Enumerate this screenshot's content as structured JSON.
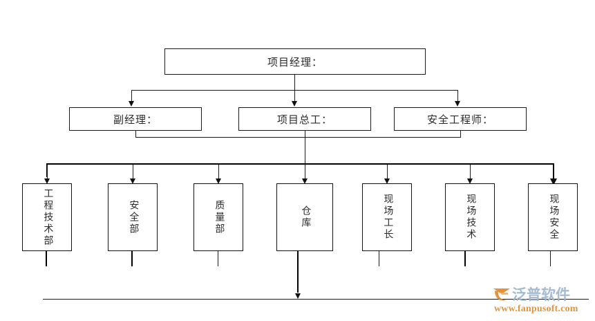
{
  "diagram": {
    "type": "organization-chart",
    "title_text": "",
    "background_color": "#ffffff",
    "line_color": "#1a1a1a",
    "levels": [
      {
        "level": 1,
        "nodes": [
          {
            "id": "project-manager",
            "label": "项目经理：",
            "orientation": "horizontal"
          }
        ]
      },
      {
        "level": 2,
        "nodes": [
          {
            "id": "deputy-manager",
            "label": "副经理：",
            "orientation": "horizontal"
          },
          {
            "id": "chief-engineer",
            "label": "项目总工：",
            "orientation": "horizontal"
          },
          {
            "id": "safety-engineer",
            "label": "安全工程师：",
            "orientation": "horizontal"
          }
        ]
      },
      {
        "level": 3,
        "nodes": [
          {
            "id": "engineering-tech-dept",
            "label": "工程技术部",
            "orientation": "vertical"
          },
          {
            "id": "safety-dept",
            "label": "安全部",
            "orientation": "vertical"
          },
          {
            "id": "quality-dept",
            "label": "质量部",
            "orientation": "vertical"
          },
          {
            "id": "warehouse",
            "label": "仓库",
            "orientation": "vertical"
          },
          {
            "id": "site-foreman",
            "label": "现场工长",
            "orientation": "vertical"
          },
          {
            "id": "site-technician",
            "label": "现场技术",
            "orientation": "vertical"
          },
          {
            "id": "site-safety",
            "label": "现场安全",
            "orientation": "vertical"
          }
        ]
      }
    ]
  },
  "watermark": {
    "brand": "泛普软件",
    "url": "www.fanpusoft.com",
    "brand_color": "#9fb6cf",
    "url_color": "#e08a2e",
    "mark_color": "#e08a2e"
  }
}
